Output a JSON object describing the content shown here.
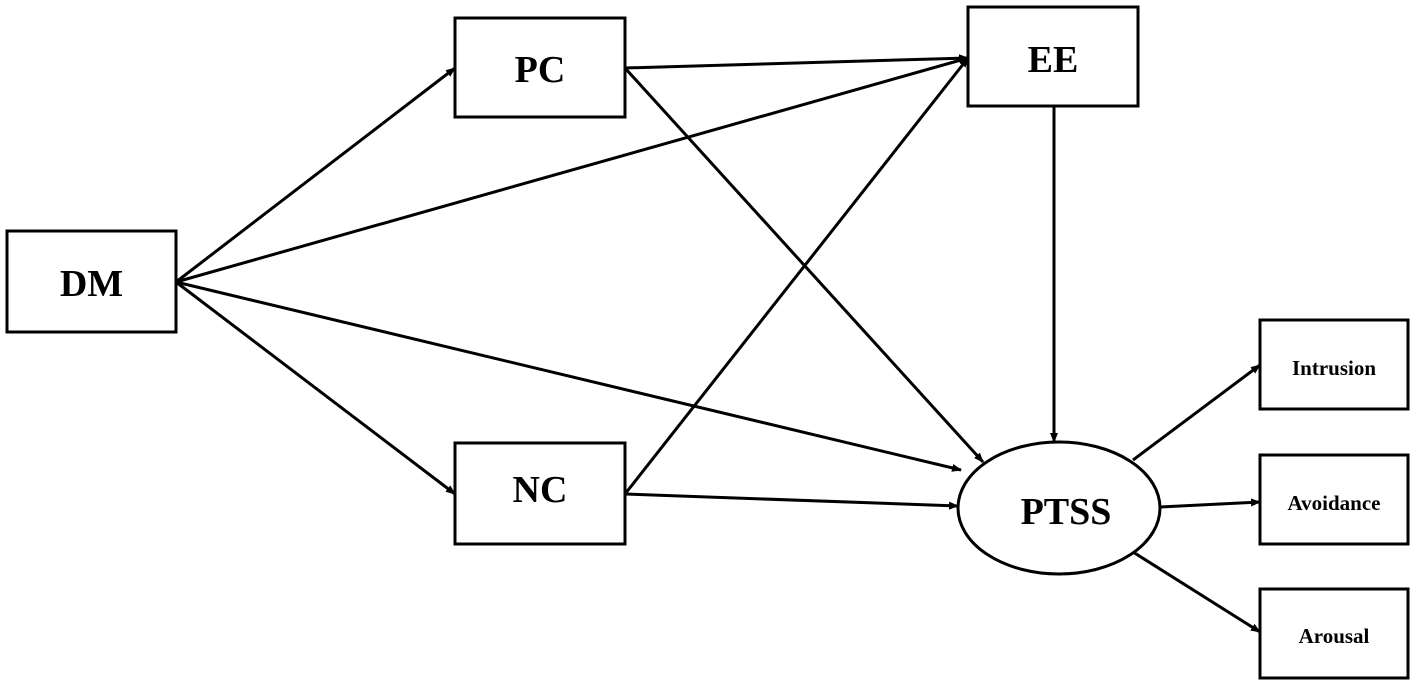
{
  "nodes": {
    "dm": "DM",
    "pc": "PC",
    "nc": "NC",
    "ee": "EE",
    "ptss": "PTSS",
    "intrusion": "Intrusion",
    "avoidance": "Avoidance",
    "arousal": "Arousal"
  },
  "edges": [
    {
      "from": "DM",
      "to": "PC"
    },
    {
      "from": "DM",
      "to": "NC"
    },
    {
      "from": "DM",
      "to": "EE"
    },
    {
      "from": "DM",
      "to": "PTSS"
    },
    {
      "from": "PC",
      "to": "EE"
    },
    {
      "from": "PC",
      "to": "PTSS"
    },
    {
      "from": "NC",
      "to": "EE"
    },
    {
      "from": "NC",
      "to": "PTSS"
    },
    {
      "from": "EE",
      "to": "PTSS"
    },
    {
      "from": "PTSS",
      "to": "Intrusion"
    },
    {
      "from": "PTSS",
      "to": "Avoidance"
    },
    {
      "from": "PTSS",
      "to": "Arousal"
    }
  ]
}
